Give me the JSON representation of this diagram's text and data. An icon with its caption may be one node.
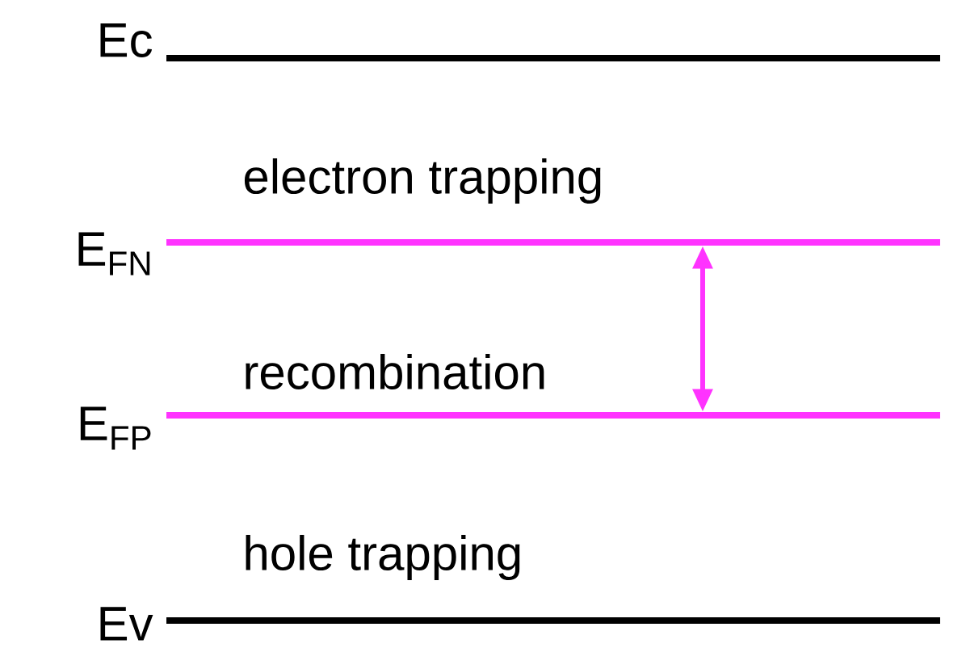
{
  "diagram": {
    "nodes": [
      {
        "text": [],
        "shape": "bar",
        "beside": [
          "Ec"
        ]
      },
      {
        "text": [],
        "shape": "bar",
        "beside": [
          "E$_{FN}$"
        ]
      },
      {
        "text": [],
        "shape": "bar",
        "beside": [
          "E$_{FP}$"
        ]
      },
      {
        "text": [],
        "shape": "bar",
        "beside": [
          "Ev"
        ]
      }
    ],
    "edges": [
      {
        "from": 1,
        "to": 2,
        "arrow": "both"
      }
    ],
    "labels": [
      "electron trapping",
      "recombination",
      "hole trapping"
    ]
  }
}
